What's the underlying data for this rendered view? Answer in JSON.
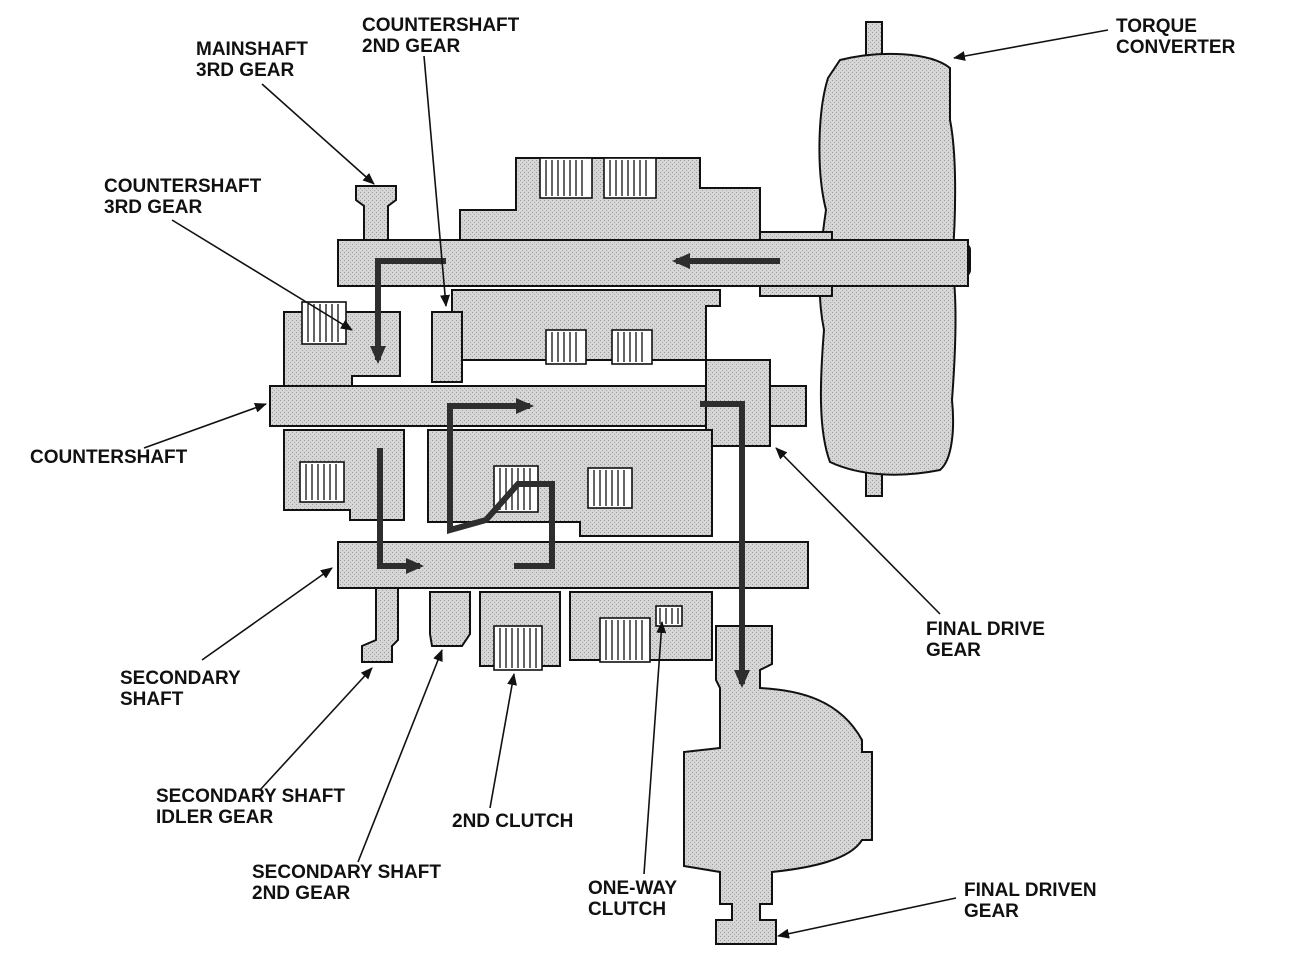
{
  "diagram": {
    "labels": {
      "torque_converter": [
        "TORQUE",
        "CONVERTER"
      ],
      "countershaft_2nd_gear": [
        "COUNTERSHAFT",
        "2ND GEAR"
      ],
      "mainshaft_3rd_gear": [
        "MAINSHAFT",
        "3RD GEAR"
      ],
      "countershaft_3rd_gear": [
        "COUNTERSHAFT",
        "3RD GEAR"
      ],
      "countershaft": [
        "COUNTERSHAFT"
      ],
      "final_drive_gear": [
        "FINAL DRIVE",
        "GEAR"
      ],
      "secondary_shaft": [
        "SECONDARY",
        "SHAFT"
      ],
      "secondary_shaft_idler_gear": [
        "SECONDARY SHAFT",
        "IDLER GEAR"
      ],
      "second_clutch": [
        "2ND CLUTCH"
      ],
      "secondary_shaft_2nd_gear": [
        "SECONDARY SHAFT",
        "2ND GEAR"
      ],
      "one_way_clutch": [
        "ONE-WAY",
        "CLUTCH"
      ],
      "final_driven_gear": [
        "FINAL DRIVEN",
        "GEAR"
      ]
    },
    "colors": {
      "part_fill": "#d6d6d6",
      "outline": "#111111",
      "power_flow": "#2e2e2e",
      "background": "#ffffff"
    }
  }
}
